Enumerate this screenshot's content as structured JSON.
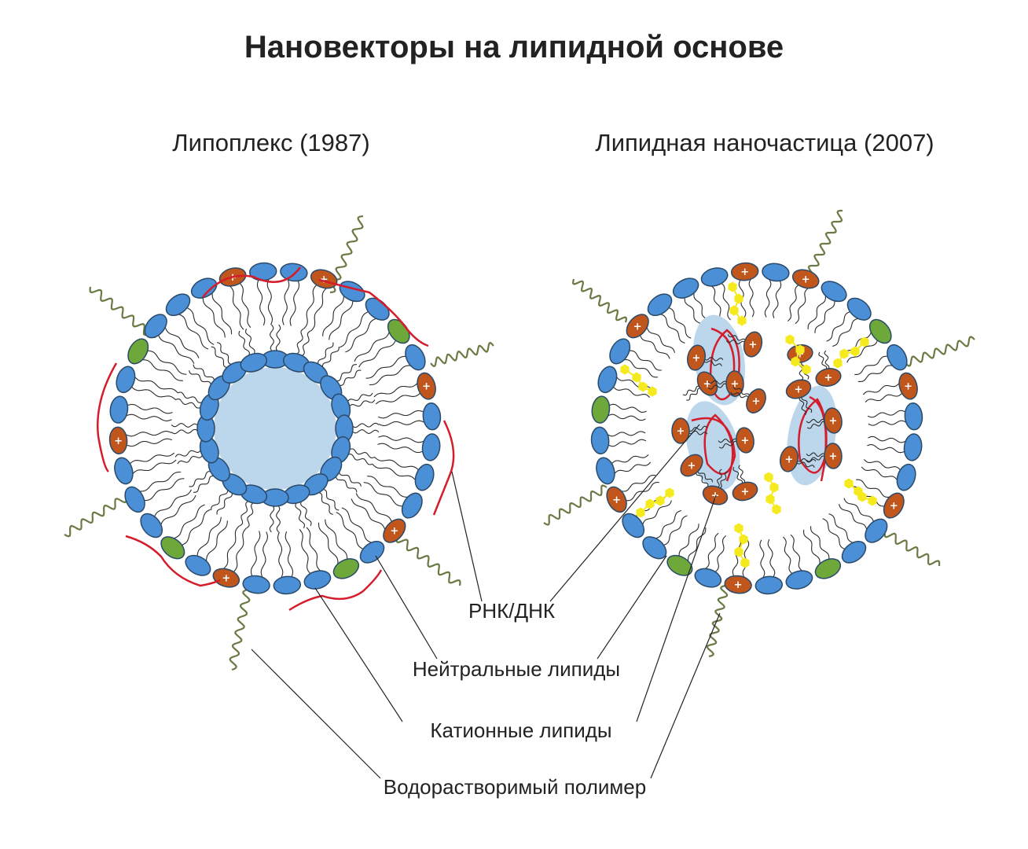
{
  "title": "Нановекторы на липидной основе",
  "particles": [
    {
      "title": "Липоплекс (1987)"
    },
    {
      "title": "Липидная наночастица (2007)"
    }
  ],
  "labels": {
    "rna_dna": "РНК/ДНК",
    "neutral_lipids": "Нейтральные липиды",
    "cationic_lipids": "Катионные липиды",
    "polymer": "Водорастворимый полимер"
  },
  "symbols": {
    "cationic_charge": "+"
  },
  "colors": {
    "neutral_lipid": "#4b8fd6",
    "cationic_lipid": "#c0561c",
    "polymer_lipid": "#6fa83a",
    "core": "#bcd6ec",
    "rna": "#d41c2a",
    "helper_lipid": "#f5ea1e",
    "polymer_chain": "#6a7a44"
  }
}
